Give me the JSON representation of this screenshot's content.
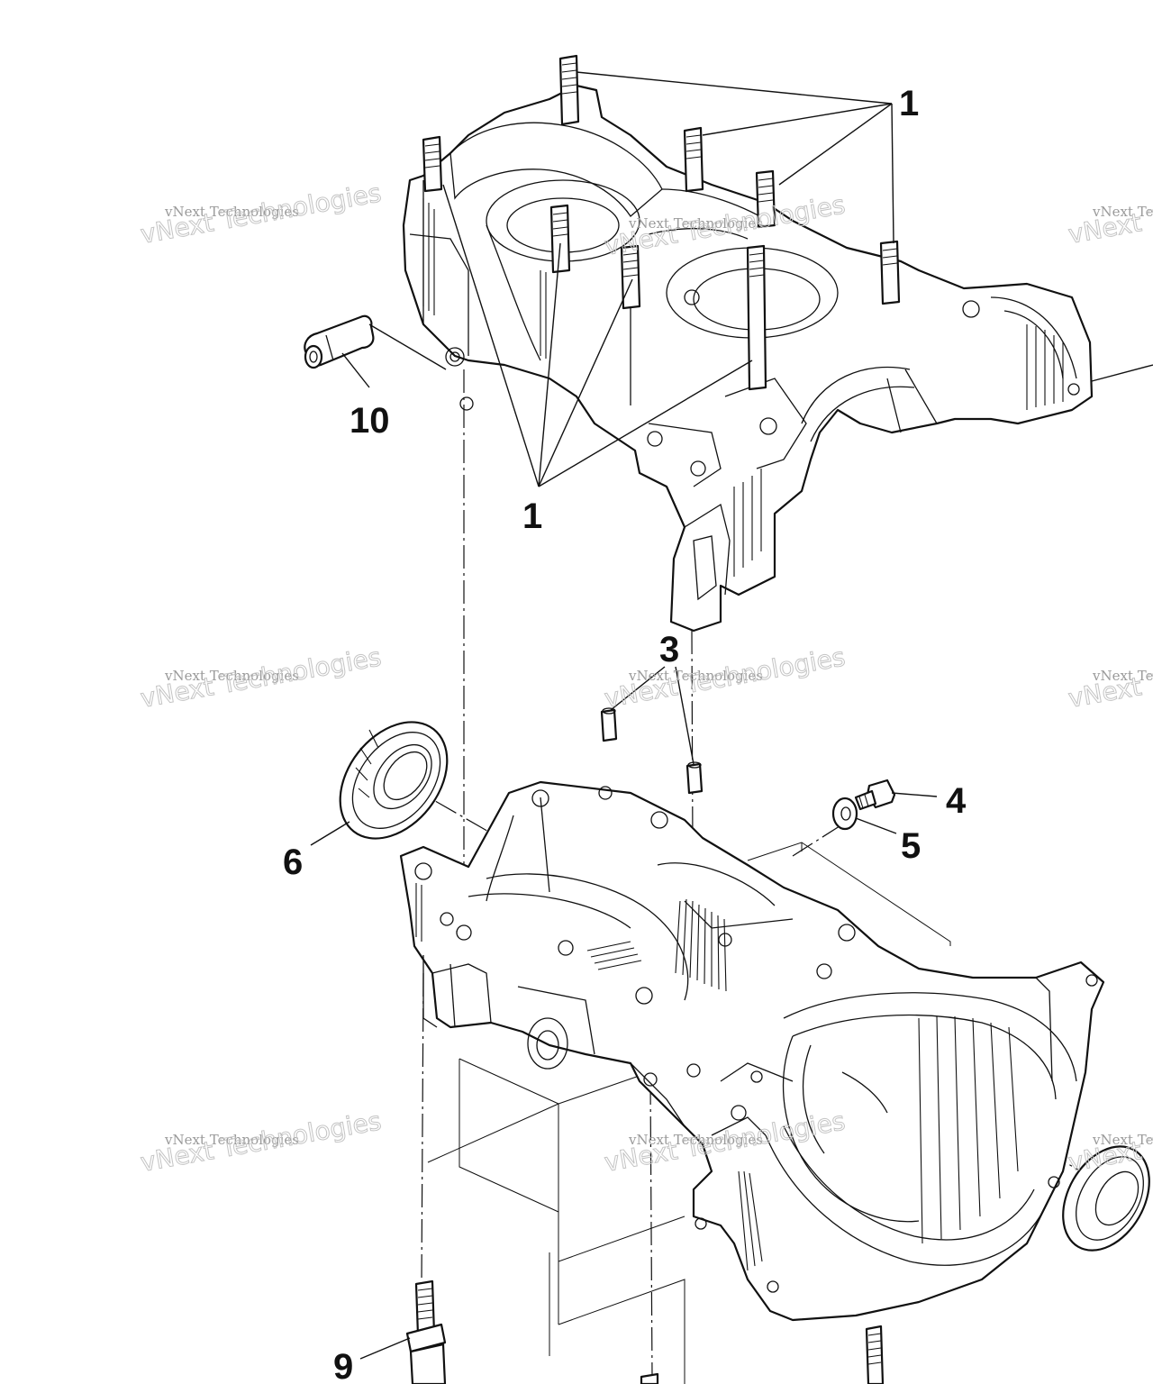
{
  "callouts": {
    "c1a": "1",
    "c1b": "1",
    "c3": "3",
    "c4": "4",
    "c5": "5",
    "c6": "6",
    "c9": "9",
    "c10": "10"
  },
  "watermark": {
    "line1": "vNext Technologies",
    "line2": "vNext Technologies"
  },
  "colors": {
    "ink": "#111111",
    "paper": "#ffffff",
    "watermark": "#b5b5b5"
  }
}
